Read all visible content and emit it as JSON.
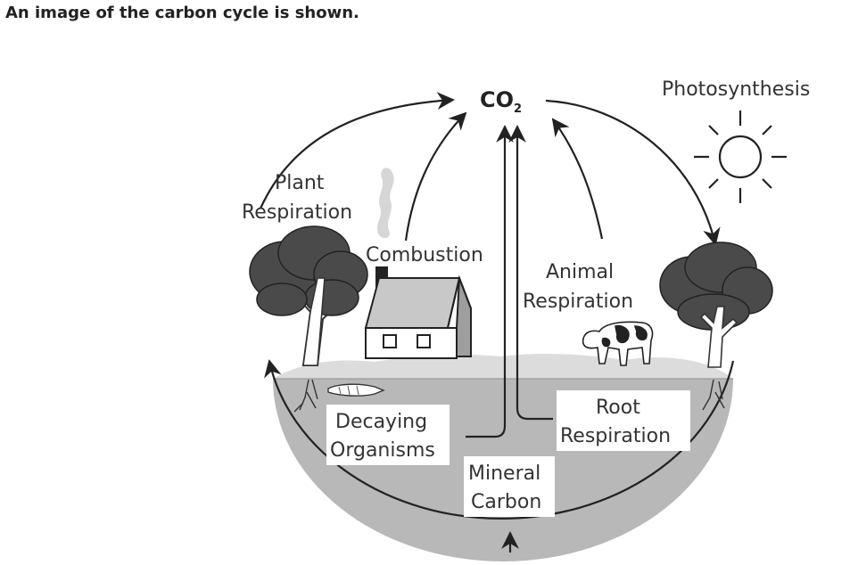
{
  "question": "An image of the carbon cycle is shown.",
  "diagram": {
    "co2_main": "CO",
    "co2_sub": "2",
    "photosynthesis": "Photosynthesis",
    "plant_respiration": [
      "Plant",
      "Respiration"
    ],
    "combustion": "Combustion",
    "animal_respiration": [
      "Animal",
      "Respiration"
    ],
    "decaying_organisms": [
      "Decaying",
      "Organisms"
    ],
    "root_respiration": [
      "Root",
      "Respiration"
    ],
    "mineral_carbon": [
      "Mineral",
      "Carbon"
    ]
  }
}
